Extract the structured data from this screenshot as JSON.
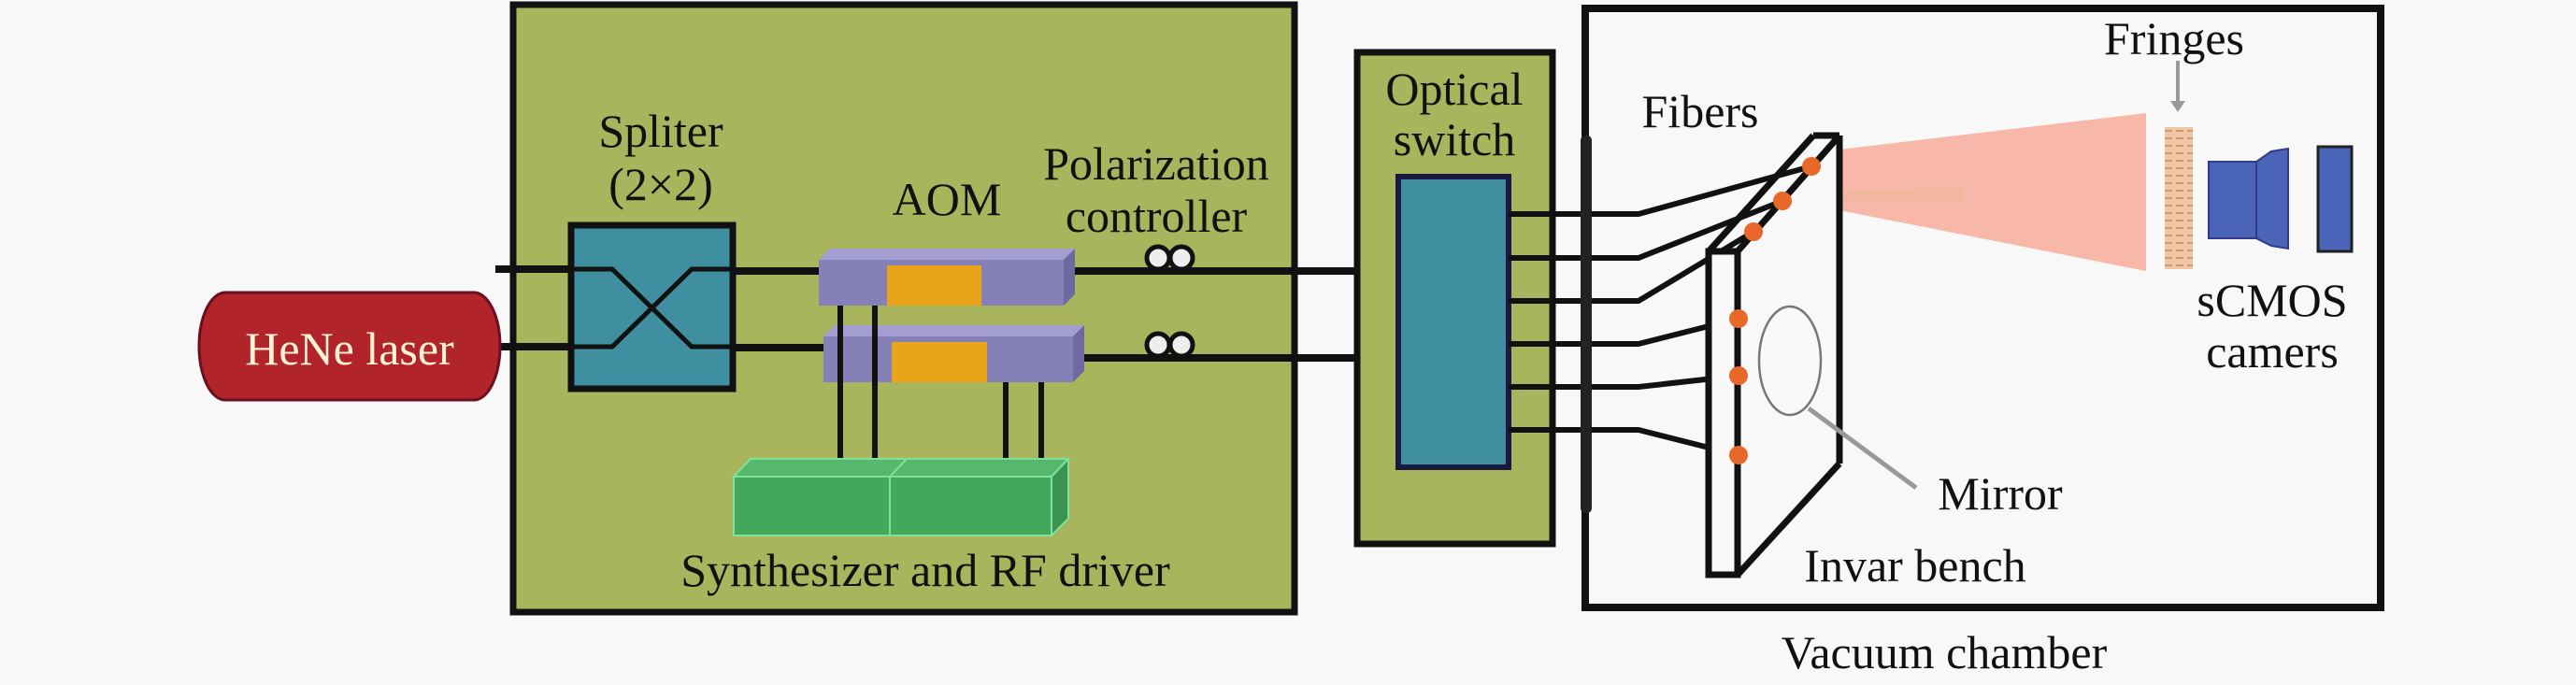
{
  "figure": {
    "type": "optical setup schematic",
    "components": {
      "laser": {
        "label": "HeNe laser",
        "color": "#b0242a",
        "text_color": "#fff3d6"
      },
      "splitter": {
        "label_line1": "Spliter",
        "label_line2": "(2×2)",
        "color": "#3f8fa0"
      },
      "aom": {
        "label": "AOM",
        "body_color": "#8680b8",
        "crystal_color": "#e8a51a",
        "count": 2
      },
      "polarization_controller": {
        "label_line1": "Polarization",
        "label_line2": "controller",
        "count": 2
      },
      "rf_driver": {
        "label": "Synthesizer and RF driver",
        "color": "#44a85c"
      },
      "source_panel": {
        "color": "#a9b55c"
      },
      "optical_switch": {
        "label_line1": "Optical",
        "label_line2": "switch",
        "inner_color": "#3f8fa0",
        "output_count": 6
      },
      "vacuum_chamber": {
        "label": "Vacuum chamber"
      },
      "fibers": {
        "label": "Fibers",
        "tip_color": "#e8682a",
        "count": 6
      },
      "mirror": {
        "label": "Mirror"
      },
      "invar_bench": {
        "label": "Invar bench"
      },
      "fringes": {
        "label": "Fringes",
        "beam_color": "#f6b0a0"
      },
      "camera": {
        "label_line1": "sCMOS",
        "label_line2": "camers",
        "color": "#4a64b8"
      }
    }
  }
}
